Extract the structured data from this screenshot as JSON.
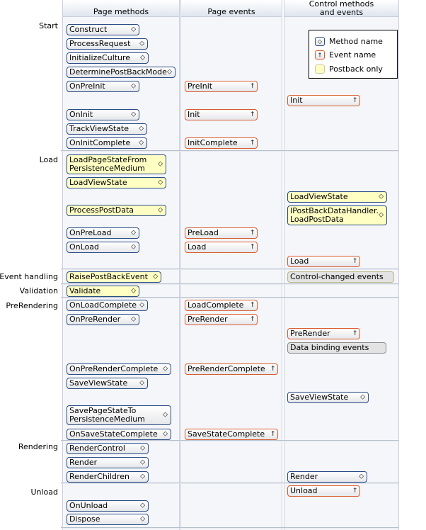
{
  "columns": {
    "page_methods": "Page methods",
    "page_events": "Page events",
    "control_line1": "Control methods",
    "control_line2": "and events"
  },
  "phases": {
    "start": "Start",
    "load": "Load",
    "event_handling": "Event handling",
    "validation": "Validation",
    "prerendering": "PreRendering",
    "rendering": "Rendering",
    "unload": "Unload"
  },
  "legend": {
    "method": "Method name",
    "event": "Event name",
    "postback": "Postback only"
  },
  "icons": {
    "method": "diamond-icon",
    "event": "dagger-icon"
  },
  "colors": {
    "method_border": "#2a4d85",
    "event_border": "#d85c2f",
    "postback_fill": "#ffffc4"
  },
  "page_methods": {
    "construct": "Construct",
    "process_request": "ProcessRequest",
    "initialize_culture": "InitializeCulture",
    "determine_postback_mode": "DeterminePostBackMode",
    "on_pre_init": "OnPreInit",
    "on_init": "OnInit",
    "track_view_state": "TrackViewState",
    "on_init_complete": "OnInitComplete",
    "load_page_state_1": "LoadPageStateFrom",
    "load_page_state_2": "PersistenceMedium",
    "load_view_state": "LoadViewState",
    "process_post_data": "ProcessPostData",
    "on_pre_load": "OnPreLoad",
    "on_load": "OnLoad",
    "raise_postback_event": "RaisePostBackEvent",
    "validate": "Validate",
    "on_load_complete": "OnLoadComplete",
    "on_pre_render": "OnPreRender",
    "on_pre_render_complete": "OnPreRenderComplete",
    "save_view_state": "SaveViewState",
    "save_page_state_1": "SavePageStateTo",
    "save_page_state_2": "PersistenceMedium",
    "on_save_state_complete": "OnSaveStateComplete",
    "render_control": "RenderControl",
    "render": "Render",
    "render_children": "RenderChildren",
    "on_unload": "OnUnload",
    "dispose": "Dispose"
  },
  "page_events": {
    "pre_init": "PreInit",
    "init": "Init",
    "init_complete": "InitComplete",
    "pre_load": "PreLoad",
    "load": "Load",
    "load_complete": "LoadComplete",
    "pre_render": "PreRender",
    "pre_render_complete": "PreRenderComplete",
    "save_state_complete": "SaveStateComplete"
  },
  "control": {
    "init": "Init",
    "load_view_state": "LoadViewState",
    "ipostback_1": "IPostBackDataHandler.",
    "ipostback_2": "LoadPostData",
    "load": "Load",
    "control_changed_events": "Control-changed events",
    "pre_render": "PreRender",
    "data_binding_events": "Data binding events",
    "save_view_state": "SaveViewState",
    "render": "Render",
    "unload": "Unload"
  }
}
